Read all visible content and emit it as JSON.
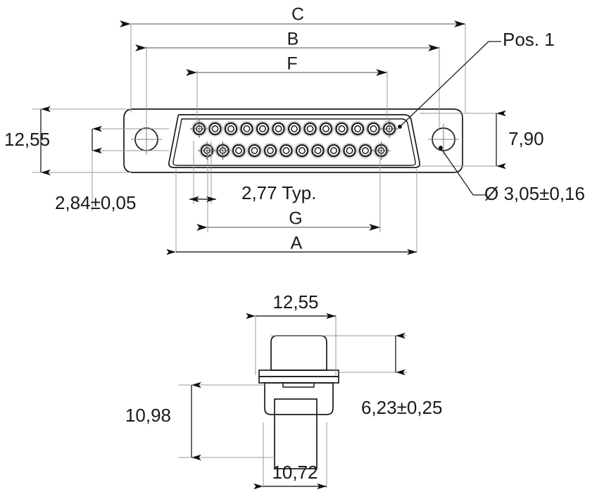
{
  "drawing": {
    "title": "D-Sub 25-way connector dimensional drawing",
    "line_color": "#1a1a1a",
    "dim_line_color": "#8c8c8c",
    "extension_line_color": "#9a9a9a",
    "background": "#ffffff"
  },
  "front_view": {
    "name": "front-view",
    "pin_rows": [
      {
        "row": "top",
        "count": 13
      },
      {
        "row": "bottom",
        "count": 12
      }
    ],
    "total_pins": 25,
    "mounting_holes": 2,
    "dimensions": {
      "C": "C",
      "B": "B",
      "F": "F",
      "G": "G",
      "A": "A",
      "height_overall": "12,55",
      "hole_offset": "2,84±0,05",
      "hole_vertical": "7,90",
      "pin_pitch": "2,77 Typ.",
      "hole_diameter": "Ø 3,05±0,16",
      "pos1_label": "Pos. 1"
    }
  },
  "side_view": {
    "name": "side-view",
    "dimensions": {
      "width_top": "12,55",
      "depth": "10,98",
      "width_bottom": "10,72",
      "flange_height": "6,23±0,25"
    }
  }
}
